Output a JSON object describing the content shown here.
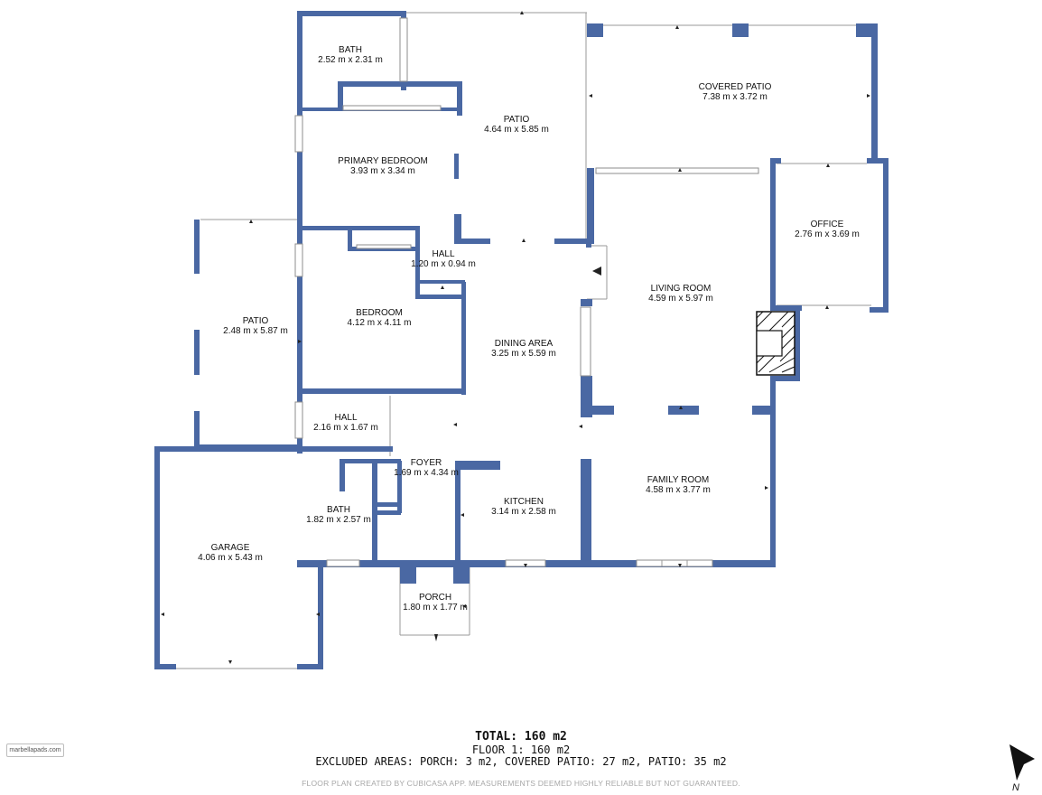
{
  "rooms": [
    {
      "id": "bath-1",
      "name": "BATH",
      "dims": "2.52 m x 2.31 m"
    },
    {
      "id": "patio-rear",
      "name": "PATIO",
      "dims": "4.64 m x 5.85 m"
    },
    {
      "id": "covered-patio",
      "name": "COVERED PATIO",
      "dims": "7.38 m x 3.72 m"
    },
    {
      "id": "primary-bedroom",
      "name": "PRIMARY BEDROOM",
      "dims": "3.93 m x 3.34 m"
    },
    {
      "id": "office",
      "name": "OFFICE",
      "dims": "2.76 m x 3.69 m"
    },
    {
      "id": "hall-1",
      "name": "HALL",
      "dims": "1.20 m x 0.94 m"
    },
    {
      "id": "living-room",
      "name": "LIVING ROOM",
      "dims": "4.59 m x 5.97 m"
    },
    {
      "id": "patio-side",
      "name": "PATIO",
      "dims": "2.48 m x 5.87 m"
    },
    {
      "id": "bedroom",
      "name": "BEDROOM",
      "dims": "4.12 m x 4.11 m"
    },
    {
      "id": "dining-area",
      "name": "DINING AREA",
      "dims": "3.25 m x 5.59 m"
    },
    {
      "id": "hall-2",
      "name": "HALL",
      "dims": "2.16 m x 1.67 m"
    },
    {
      "id": "foyer",
      "name": "FOYER",
      "dims": "1.69 m x 4.34 m"
    },
    {
      "id": "family-room",
      "name": "FAMILY ROOM",
      "dims": "4.58 m x 3.77 m"
    },
    {
      "id": "kitchen",
      "name": "KITCHEN",
      "dims": "3.14 m x 2.58 m"
    },
    {
      "id": "bath-2",
      "name": "BATH",
      "dims": "1.82 m x 2.57 m"
    },
    {
      "id": "garage",
      "name": "GARAGE",
      "dims": "4.06 m x 5.43 m"
    },
    {
      "id": "porch",
      "name": "PORCH",
      "dims": "1.80 m x 1.77 m"
    }
  ],
  "summary": {
    "total": "TOTAL: 160 m2",
    "floor": "FLOOR 1: 160 m2",
    "excluded": "EXCLUDED AREAS: PORCH: 3 m2, COVERED PATIO: 27 m2, PATIO: 35 m2"
  },
  "disclaimer": "FLOOR PLAN CREATED BY CUBICASA APP. MEASUREMENTS DEEMED HIGHLY RELIABLE BUT NOT GUARANTEED.",
  "brand": "marbellapads.com",
  "compass": "N",
  "colors": {
    "wall": "#4a68a3",
    "background": "#ffffff"
  }
}
